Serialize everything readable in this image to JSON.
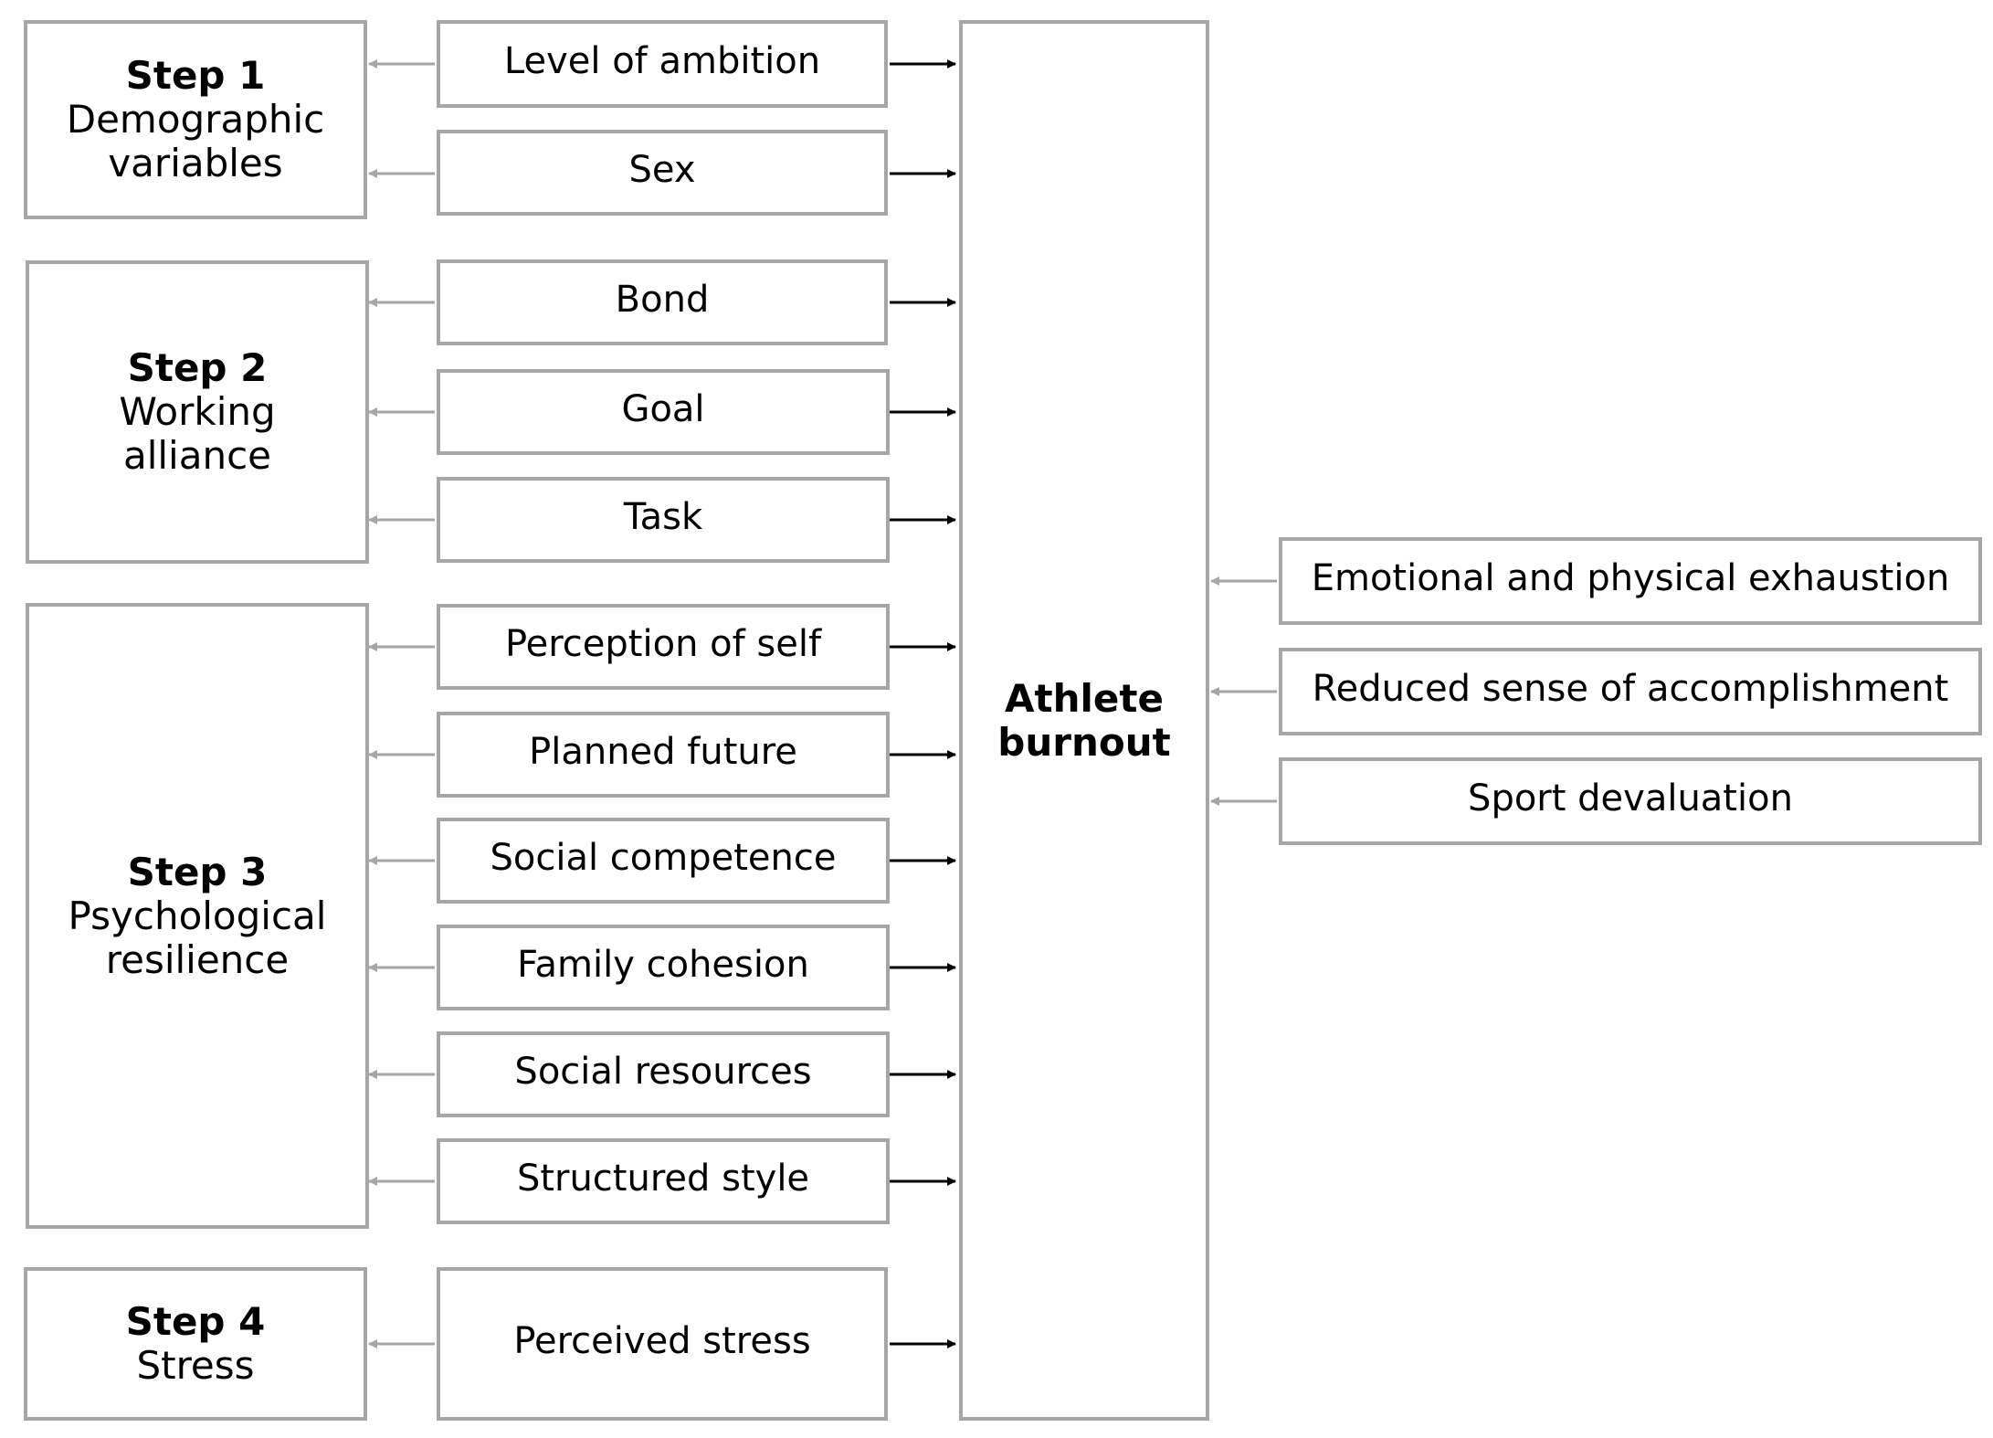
{
  "steps": [
    {
      "title": "Step 1",
      "line1": "Demographic",
      "line2": "variables"
    },
    {
      "title": "Step 2",
      "line1": "Working",
      "line2": "alliance"
    },
    {
      "title": "Step 3",
      "line1": "Psychological",
      "line2": "resilience"
    },
    {
      "title": "Step 4",
      "line1": "Stress",
      "line2": ""
    }
  ],
  "variables": [
    "Level of ambition",
    "Sex",
    "Bond",
    "Goal",
    "Task",
    "Perception of self",
    "Planned future",
    "Social competence",
    "Family cohesion",
    "Social resources",
    "Structured style",
    "Perceived stress"
  ],
  "center": {
    "line1": "Athlete",
    "line2": "burnout"
  },
  "outcomes": [
    "Emotional and physical exhaustion",
    "Reduced sense of accomplishment",
    "Sport devaluation"
  ],
  "colors": {
    "box_border": "#a6a6a6",
    "arrow_gray": "#a6a6a6",
    "arrow_black": "#000000"
  }
}
